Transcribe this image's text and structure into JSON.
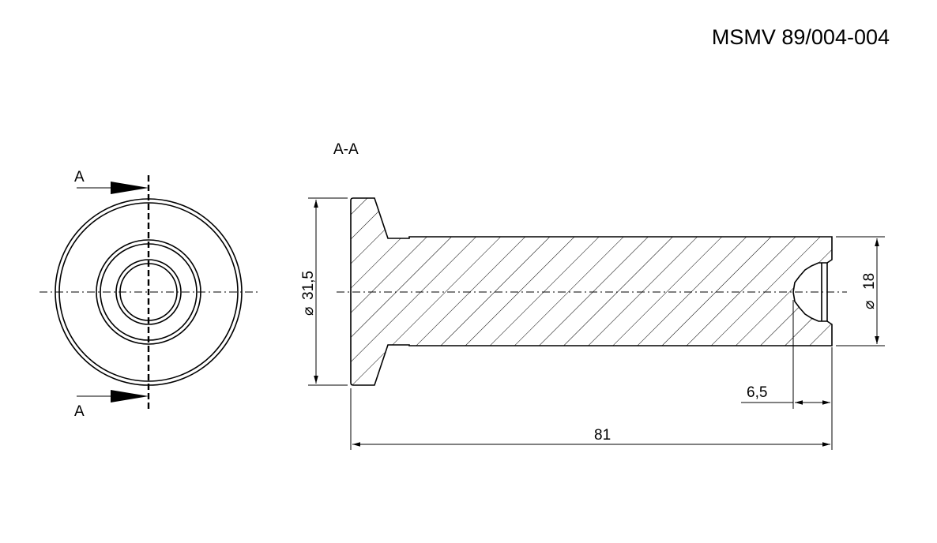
{
  "drawing_number": "MSMV 89/004-004",
  "section_title": "A-A",
  "section_marks": {
    "top": "A",
    "bottom": "A"
  },
  "dimensions": {
    "head_diameter": "31,5",
    "bore_diameter": "18",
    "recess_depth": "6,5",
    "overall_length": "81"
  },
  "colors": {
    "line": "#000000",
    "background": "#ffffff"
  }
}
